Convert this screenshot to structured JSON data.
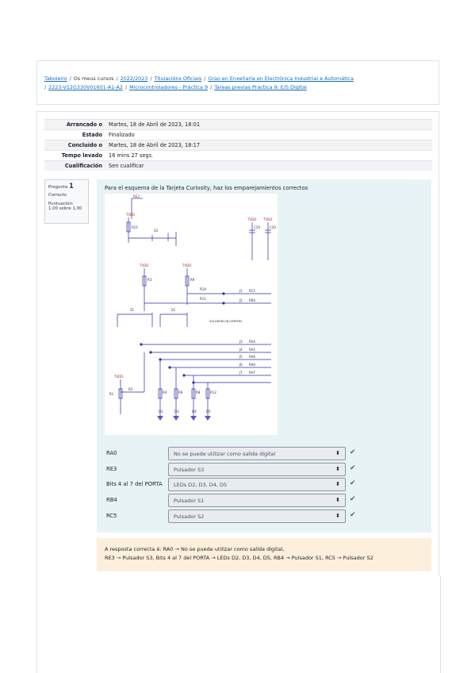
{
  "breadcrumb": {
    "line1": [
      {
        "text": "Taboleiro",
        "link": true
      },
      {
        "text": "Os meus cursos",
        "link": false
      },
      {
        "text": "2022/2023",
        "link": true
      },
      {
        "text": "Titulacións Oficiais",
        "link": true
      },
      {
        "text": "Grao en Enxeñaría en Electrónica Industrial e Automática",
        "link": true
      }
    ],
    "line2": [
      {
        "text": "2223-V12G330V01601-A1-A2",
        "link": true
      },
      {
        "text": "Microcontroladores - Práctica 9",
        "link": true
      },
      {
        "text": "Tareas previas Practica 9: E/S Digital",
        "link": true
      }
    ],
    "separator": "/"
  },
  "summary": [
    {
      "label": "Arrancado o",
      "value": "Martes, 18 de Abril de 2023, 18:01"
    },
    {
      "label": "Estado",
      "value": "Finalizado"
    },
    {
      "label": "Concluído o",
      "value": "Martes, 18 de Abril de 2023, 18:17"
    },
    {
      "label": "Tempo levado",
      "value": "16 mins 27 segs."
    },
    {
      "label": "Cualificación",
      "value": "Sen cualificar"
    }
  ],
  "question_info": {
    "label": "Pregunta",
    "number": "1",
    "state": "Correcto",
    "grade_label": "Puntuación",
    "grade_value": "1,00 sobre 1,00"
  },
  "question": {
    "text": "Para el esquema de la Tarjeta Curiosity, haz los emparejamientos correctos",
    "matches": [
      {
        "label": "RA0",
        "selected": "No se puede utilizar como salida digital"
      },
      {
        "label": "RE3",
        "selected": "Pulsador S3"
      },
      {
        "label": "Bits 4 al 7 del PORTA",
        "selected": "LEDs D2, D3, D4, D5"
      },
      {
        "label": "RB4",
        "selected": "Pulsador S1"
      },
      {
        "label": "RC5",
        "selected": "Pulsador S2"
      }
    ],
    "select_arrow": "⬍",
    "check": "✔"
  },
  "feedback": {
    "line1": "A resposta correcta é: RA0 → No se puede utilizar como salida digital,",
    "line2": "RE3 → Pulsador S3, Bits 4 al 7 del PORTA → LEDs D2, D3, D4, D5, RB4 → Pulsador S1, RC5 → Pulsador S2"
  },
  "schematic": {
    "net_labels": [
      "RE3",
      "TVDD",
      "TVDD",
      "TVDD",
      "TVDD",
      "TVDD",
      "TVDD"
    ],
    "parts": [
      "R21",
      "S3",
      "C19",
      "C20",
      "R3",
      "R9",
      "R10",
      "R11",
      "S1",
      "S2",
      "R1",
      "R2",
      "R4",
      "R6",
      "R8",
      "R12",
      "D2",
      "D3",
      "D4",
      "D5",
      "J1",
      "J2",
      "J3",
      "J4",
      "J5",
      "J6",
      "J7"
    ],
    "pins": [
      "RC5",
      "RB4",
      "RA4",
      "RA5",
      "RA6",
      "RA0",
      "RA7"
    ],
    "jumpers_label": "SOLDERBLOB JUMPERS",
    "colors": {
      "wire": "#2a2aa8",
      "label": "#b0302a",
      "led": "#6a4fc9"
    }
  }
}
